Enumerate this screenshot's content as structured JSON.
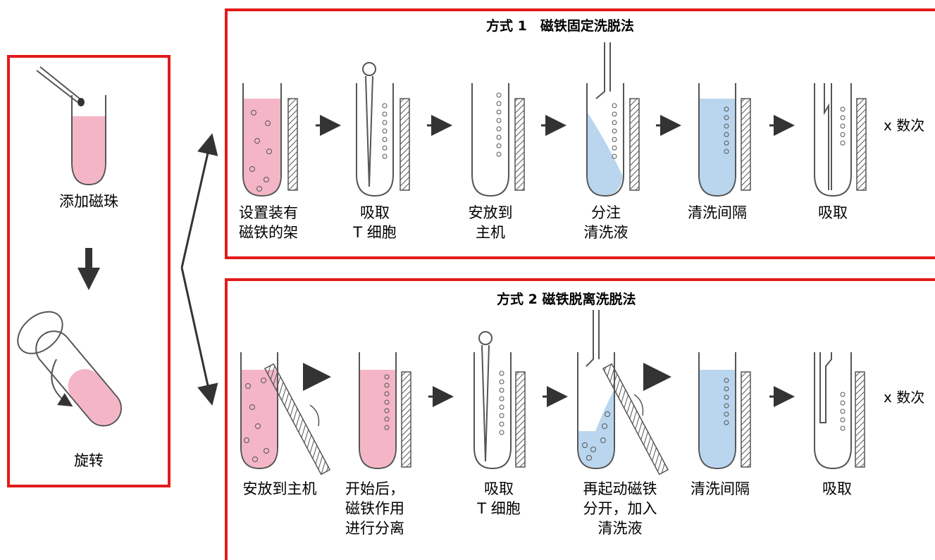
{
  "colors": {
    "frame": "#e31b1b",
    "pink": "#f4b6c6",
    "blue": "#b9d6ee",
    "outline": "#555555",
    "arrow": "#333333"
  },
  "prep": {
    "step1": "添加磁珠",
    "step2": "旋转"
  },
  "method1": {
    "title": "方式 1　磁铁固定洗脱法",
    "repeat": "x 数次",
    "steps": [
      {
        "line1": "设置装有",
        "line2": "磁铁的架"
      },
      {
        "line1": "吸取",
        "line2": "T 细胞"
      },
      {
        "line1": "安放到",
        "line2": "主机"
      },
      {
        "line1": "分注",
        "line2": "清洗液"
      },
      {
        "line1": "清洗间隔",
        "line2": ""
      },
      {
        "line1": "吸取",
        "line2": ""
      }
    ]
  },
  "method2": {
    "title": "方式 2  磁铁脱离洗脱法",
    "repeat": "x 数次",
    "steps": [
      {
        "line1": "安放到主机",
        "line2": "",
        "line3": ""
      },
      {
        "line1": "开始后，",
        "line2": "磁铁作用",
        "line3": "进行分离"
      },
      {
        "line1": "吸取",
        "line2": "T 细胞",
        "line3": ""
      },
      {
        "line1": "再起动磁铁",
        "line2": "分开，加入",
        "line3": "清洗液"
      },
      {
        "line1": "清洗间隔",
        "line2": "",
        "line3": ""
      },
      {
        "line1": "吸取",
        "line2": "",
        "line3": ""
      }
    ]
  }
}
